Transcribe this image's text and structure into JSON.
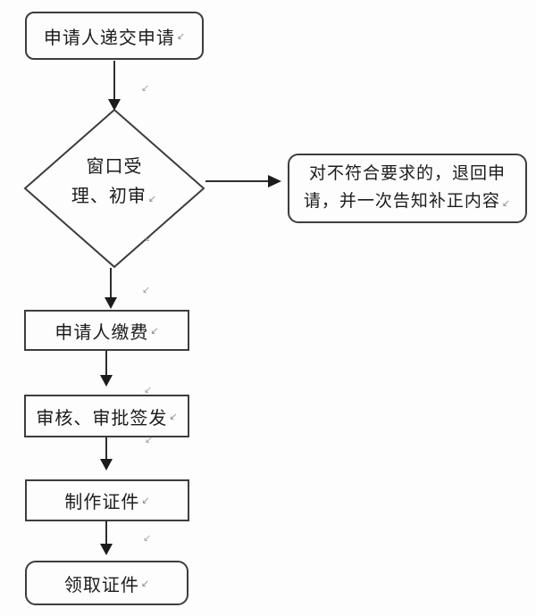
{
  "flowchart": {
    "nodes": {
      "submit": {
        "label": "申请人递交申请",
        "shape": "rounded-rect"
      },
      "review": {
        "line1": "窗口受",
        "line2": "理、初审",
        "shape": "diamond"
      },
      "reject": {
        "line1": "对不符合要求的，退回申",
        "line2": "请，并一次告知补正内容",
        "shape": "rounded-rect"
      },
      "pay": {
        "label": "申请人缴费",
        "shape": "rect"
      },
      "approve": {
        "label": "审核、审批签发",
        "shape": "rect"
      },
      "produce": {
        "label": "制作证件",
        "shape": "rect"
      },
      "collect": {
        "label": "领取证件",
        "shape": "rounded-rect"
      }
    },
    "colors": {
      "line": "#2e2e2e",
      "border": "#3d3d3d",
      "text": "#1c1c1c",
      "background": "#fdfdfd"
    },
    "artifact_mark": "↙"
  }
}
